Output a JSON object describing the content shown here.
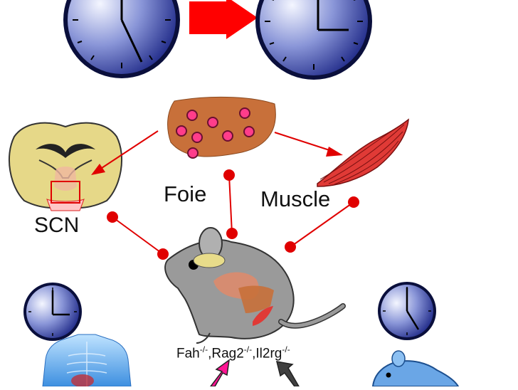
{
  "labels": {
    "foie": "Foie",
    "muscle": "Muscle",
    "scn": "SCN",
    "genotype": {
      "gene1": "Fah",
      "gene2": "Rag2",
      "gene3": "Il2rg",
      "knockout_mark": "-/-",
      "separator": ","
    }
  },
  "colors": {
    "clock_face_light": "#f2f4ff",
    "clock_face_dark": "#0a1478",
    "arrow_red": "#ff0000",
    "connector_red": "#e00000",
    "liver": "#c8703a",
    "liver_spots": "#ff3d8b",
    "muscle": "#e03a36",
    "brain": "#e6d888",
    "mouse_gray": "#9a9a9a",
    "mouse_blue": "#6aa6e6",
    "arrow_pink": "#ff1493",
    "arrow_gray": "#404040"
  },
  "icons": [
    "clock-icon",
    "red-arrow-icon",
    "liver-icon",
    "muscle-icon",
    "brain-icon",
    "mouse-icon",
    "human-torso-icon",
    "blue-mouse-icon"
  ]
}
